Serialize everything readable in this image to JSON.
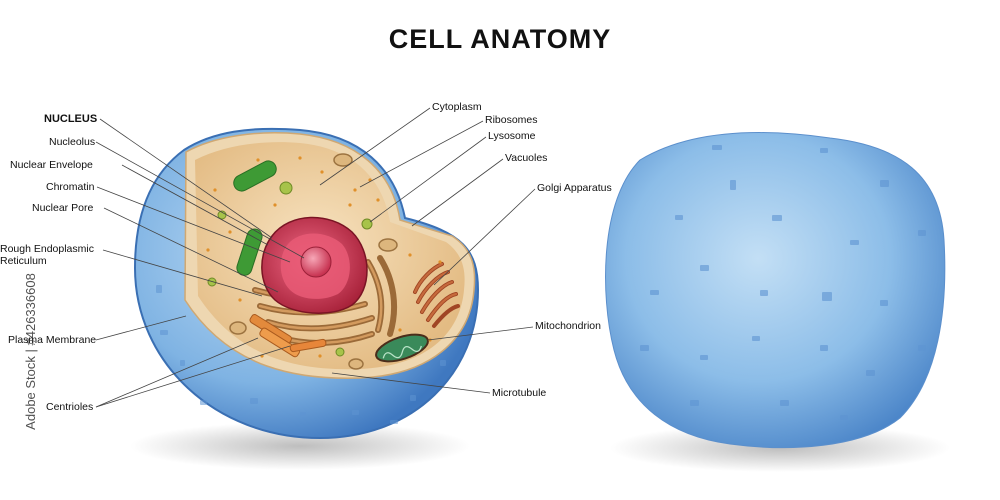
{
  "title": "CELL ANATOMY",
  "labels": {
    "nucleus": "NUCLEUS",
    "nucleolus": "Nucleolus",
    "nuclear_envelope": "Nuclear Envelope",
    "chromatin": "Chromatin",
    "nuclear_pore": "Nuclear Pore",
    "rough_er": "Rough Endoplasmic Reticulum",
    "plasma_membrane": "Plasma Membrane",
    "centrioles": "Centrioles",
    "cytoplasm": "Cytoplasm",
    "ribosomes": "Ribosomes",
    "lysosome": "Lysosome",
    "vacuoles": "Vacuoles",
    "golgi": "Golgi Apparatus",
    "mitochondrion": "Mitochondrion",
    "microtubule": "Microtubule"
  },
  "watermark": {
    "side_text": "Adobe Stock | #426336608"
  },
  "colors": {
    "cell_blue": "#6fa6da",
    "cytoplasm": "#f0d2a2",
    "nucleus": "#c23848",
    "organelle_brown": "#b07a45",
    "er_green": "#3e9a35"
  }
}
